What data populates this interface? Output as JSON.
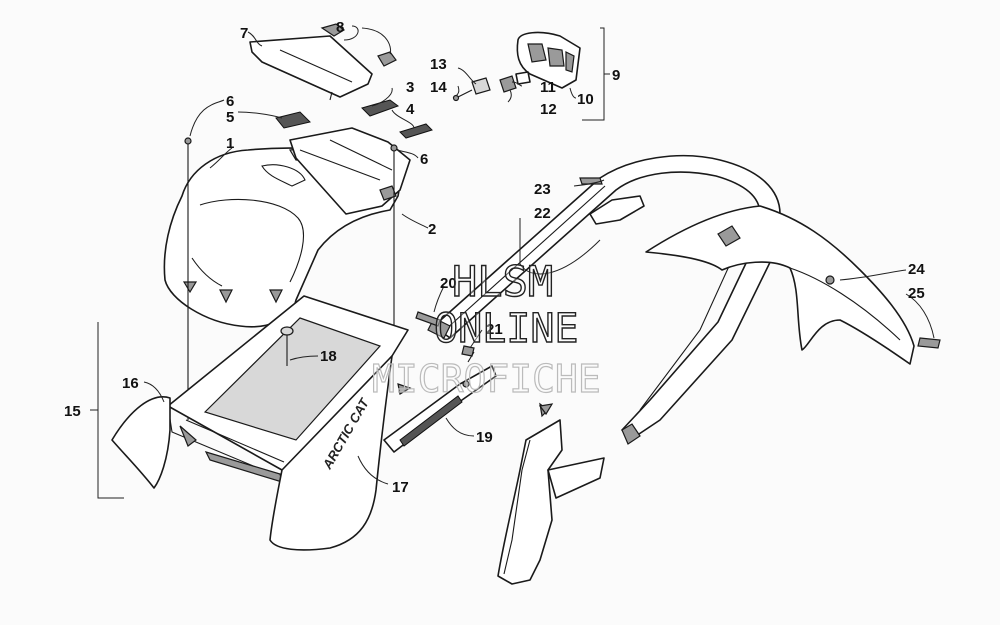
{
  "watermark": {
    "line1": "HLSM",
    "line2": "ONLINE",
    "line3": "MICROFICHE"
  },
  "brand_text": "ARCTIC CAT",
  "callouts": {
    "c1": "1",
    "c2": "2",
    "c3": "3",
    "c4": "4",
    "c5": "5",
    "c6a": "6",
    "c6b": "6",
    "c7": "7",
    "c8": "8",
    "c9": "9",
    "c10": "10",
    "c11": "11",
    "c12": "12",
    "c13": "13",
    "c14": "14",
    "c15": "15",
    "c16": "16",
    "c17": "17",
    "c18": "18",
    "c19": "19",
    "c20": "20",
    "c21": "21",
    "c22": "22",
    "c23": "23",
    "c24": "24",
    "c25": "25"
  }
}
